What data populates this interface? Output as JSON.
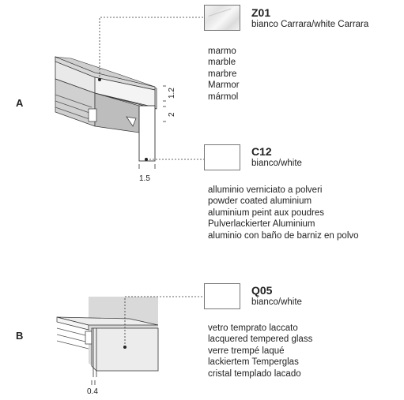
{
  "sections": {
    "a_label": "A",
    "b_label": "B"
  },
  "dimensions": {
    "d1": "1.2",
    "d2": "2",
    "d3": "1.5",
    "d4": "0.4"
  },
  "finishes": [
    {
      "code": "Z01",
      "name": "bianco Carrara/white Carrara",
      "materials": [
        "marmo",
        "marble",
        "marbre",
        "Marmor",
        "mármol"
      ]
    },
    {
      "code": "C12",
      "name": "bianco/white",
      "materials": [
        "alluminio verniciato a polveri",
        "powder coated aluminium",
        "aluminium peint aux poudres",
        "Pulverlackierter Aluminium",
        "aluminio con baño de barniz en polvo"
      ]
    },
    {
      "code": "Q05",
      "name": "bianco/white",
      "materials": [
        "vetro temprato laccato",
        "lacquered tempered glass",
        "verre trempé laqué",
        "lackiertem Temperglas",
        "cristal templado lacado"
      ]
    }
  ]
}
